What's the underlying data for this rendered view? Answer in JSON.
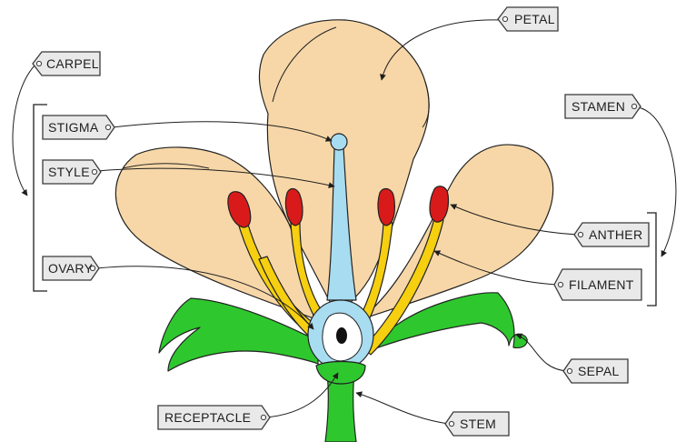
{
  "labels": {
    "petal": "PETAL",
    "carpel": "CARPEL",
    "stigma": "STIGMA",
    "style": "STYLE",
    "ovary": "OVARY",
    "stamen": "STAMEN",
    "anther": "ANTHER",
    "filament": "FILAMENT",
    "sepal": "SEPAL",
    "receptacle": "RECEPTACLE",
    "stem": "STEM"
  },
  "colors": {
    "petal": "#f7d7a8",
    "petal_faint": "#efc592",
    "carpel": "#a8dcf0",
    "filament": "#f5cf10",
    "anther": "#d91a1a",
    "sepal": "#2ec82e",
    "stem": "#2ec82e",
    "tag": "#e9e9e9"
  }
}
